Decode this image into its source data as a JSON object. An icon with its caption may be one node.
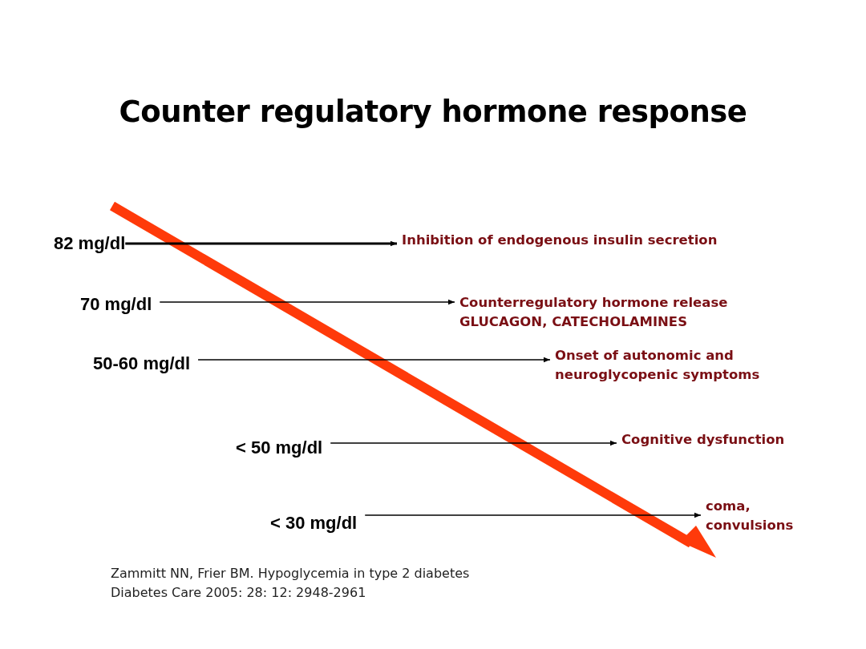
{
  "diagram": {
    "title": "Counter regulatory hormone response",
    "nodes": [
      {
        "text": [
          "82 mg/dl"
        ]
      },
      {
        "text": [
          "70 mg/dl"
        ]
      },
      {
        "text": [
          "50-60 mg/dl"
        ]
      },
      {
        "text": [
          "< 50 mg/dl"
        ]
      },
      {
        "text": [
          "< 30 mg/dl"
        ]
      },
      {
        "text": [
          "Inhibition of endogenous insulin secretion"
        ]
      },
      {
        "text": [
          "Counterregulatory hormone release",
          "GLUCAGON, CATECHOLAMINES"
        ]
      },
      {
        "text": [
          "Onset of autonomic and neuroglycopenic symptoms"
        ]
      },
      {
        "text": [
          "Cognitive dysfunction"
        ]
      },
      {
        "text": [
          "coma, convulsions"
        ]
      }
    ],
    "edges": [
      {
        "from": 0,
        "to": 5,
        "arrow": "to",
        "style": "thick"
      },
      {
        "from": 1,
        "to": 6,
        "arrow": "to"
      },
      {
        "from": 2,
        "to": 7,
        "arrow": "to"
      },
      {
        "from": 3,
        "to": 8,
        "arrow": "to"
      },
      {
        "from": 4,
        "to": 9,
        "arrow": "to"
      }
    ],
    "labels": [
      "Zammitt NN, Frier BM. Hypoglycemia in type 2 diabetes",
      "Diabetes Care 2005: 28: 12: 2948-2961"
    ]
  }
}
